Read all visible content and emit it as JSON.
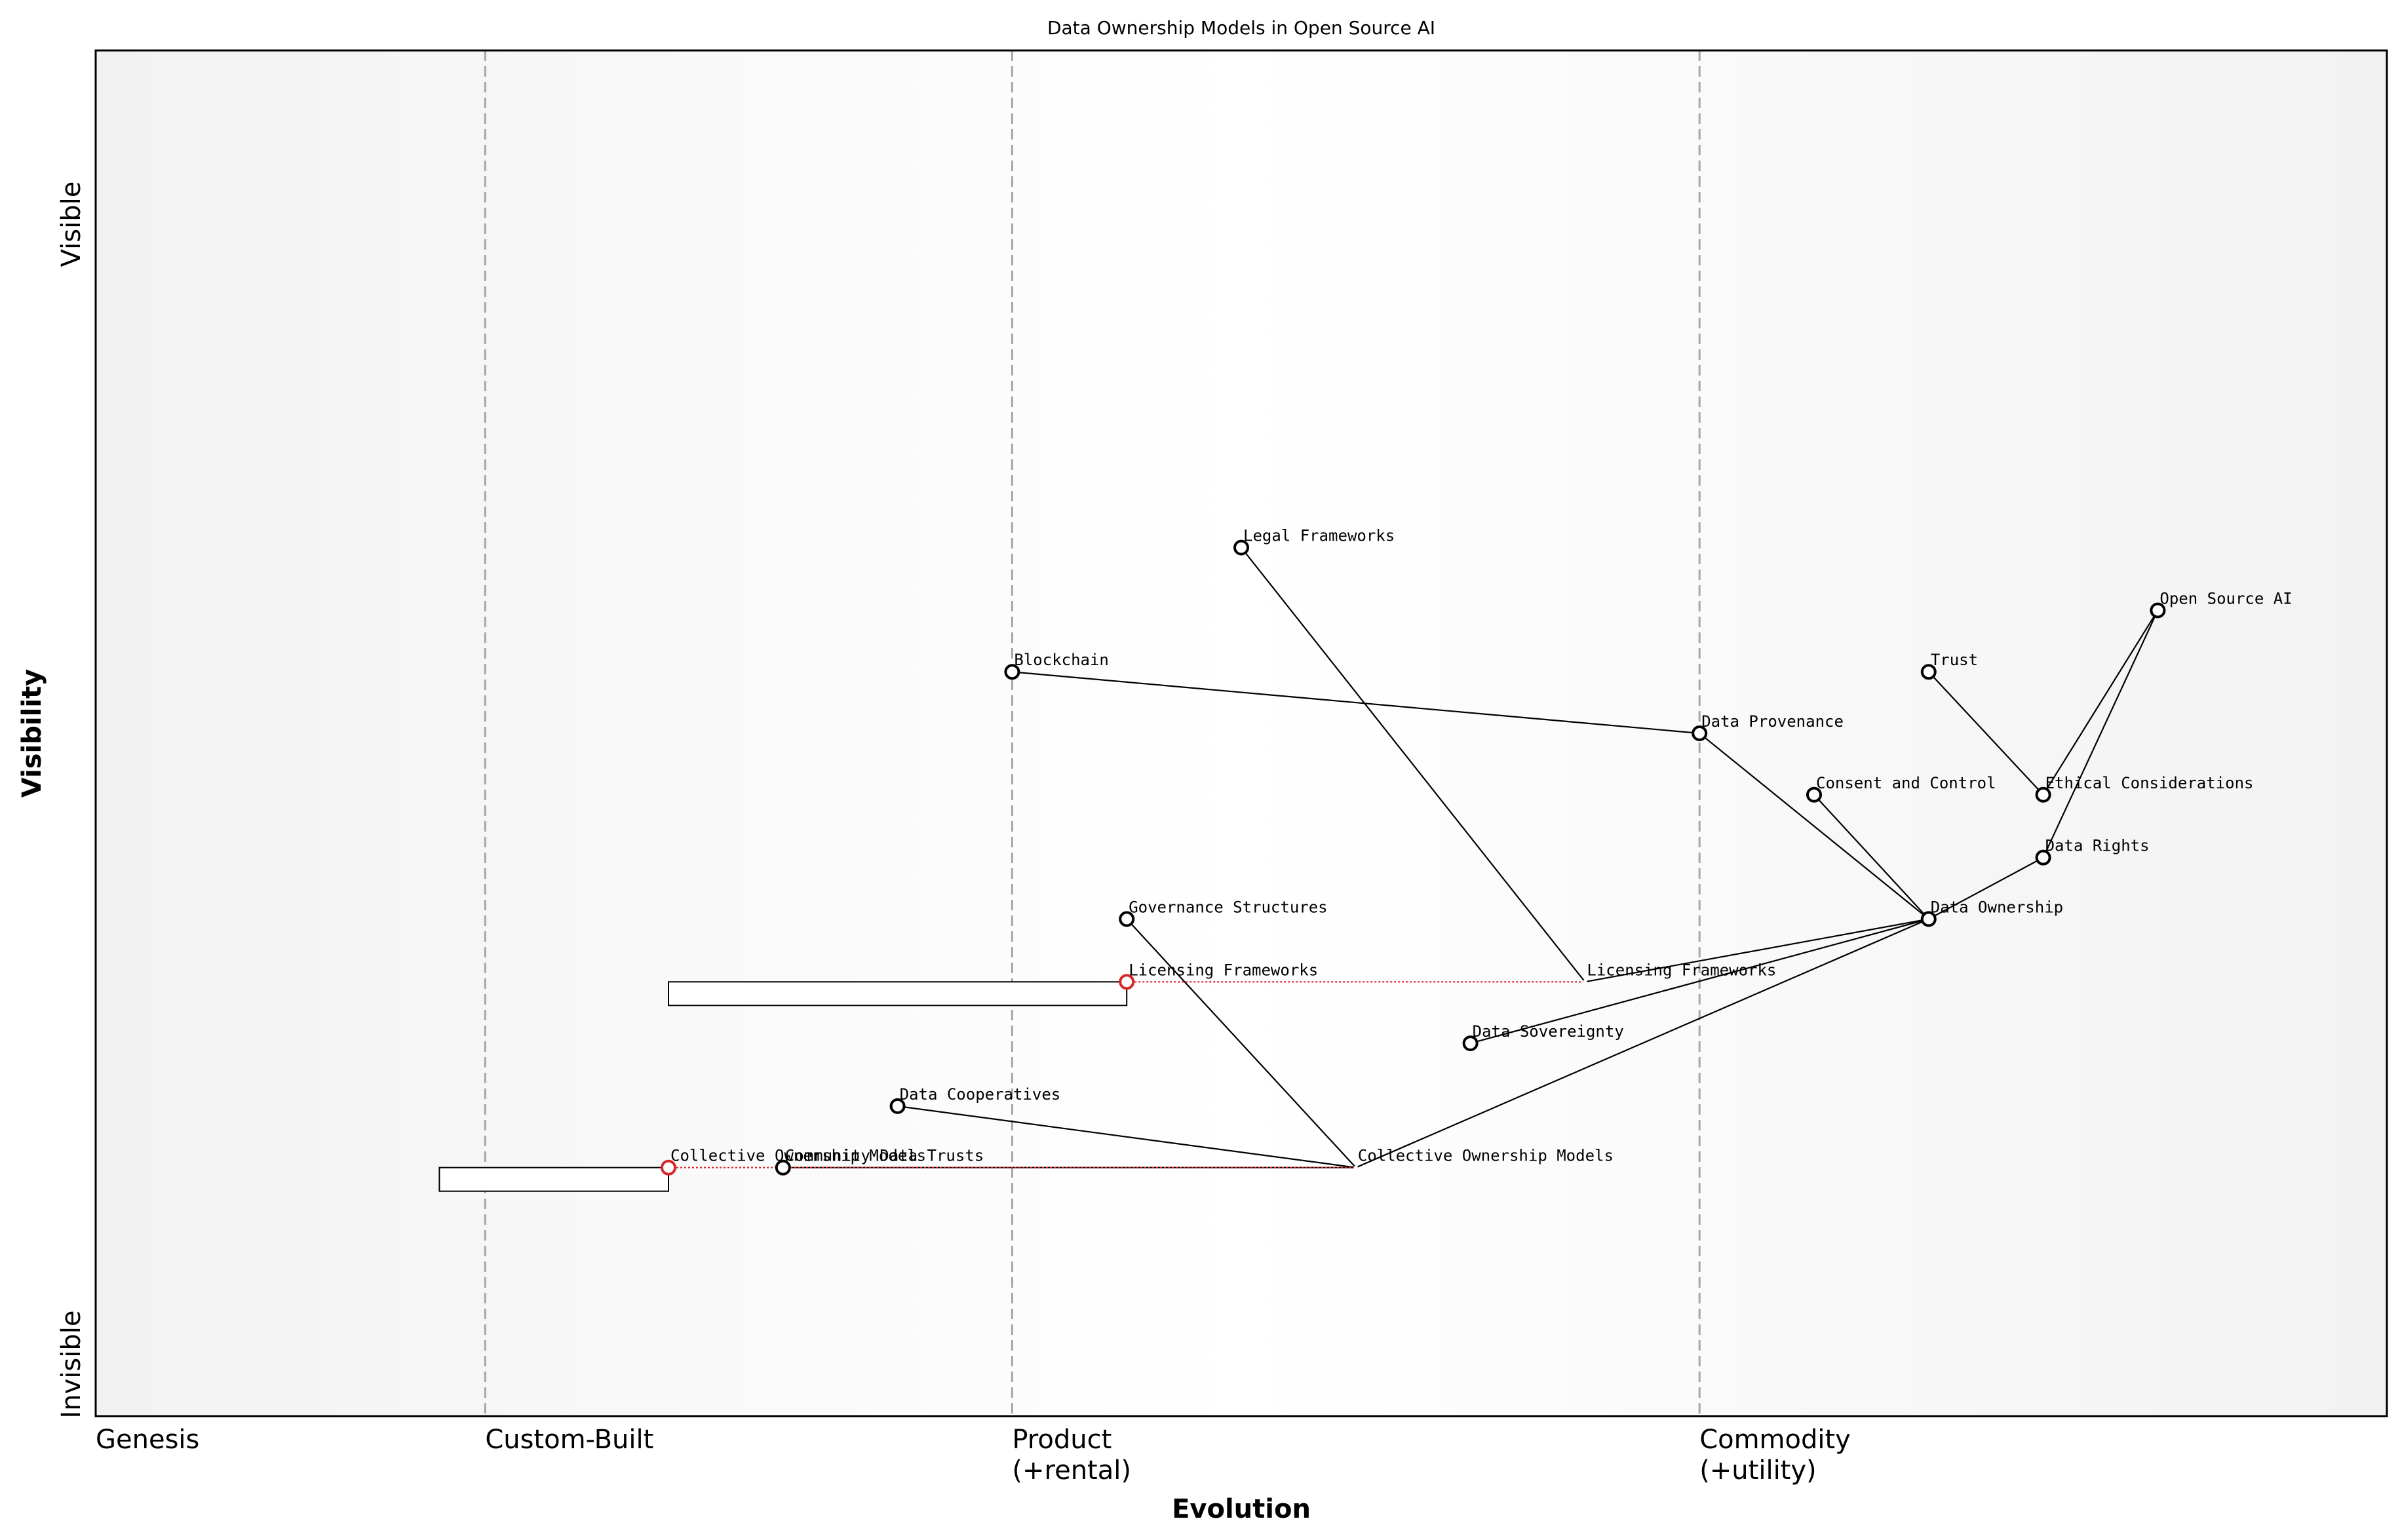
{
  "chart_data": {
    "type": "scatter",
    "title": "Data Ownership Models in Open Source AI",
    "xlabel": "Evolution",
    "ylabel": "Visibility",
    "xlim": [
      0,
      1
    ],
    "ylim": [
      0,
      1
    ],
    "grid": false,
    "stages": [
      {
        "label": "Genesis",
        "line": [
          "Genesis"
        ],
        "x": 0.0,
        "divider": false
      },
      {
        "label": "Custom-Built",
        "line": [
          "Custom-Built"
        ],
        "x": 0.17,
        "divider": true
      },
      {
        "label": "Product (+rental)",
        "line": [
          "Product",
          "(+rental)"
        ],
        "x": 0.4,
        "divider": true
      },
      {
        "label": "Commodity (+utility)",
        "line": [
          "Commodity",
          "(+utility)"
        ],
        "x": 0.7,
        "divider": true
      }
    ],
    "visibility_labels": {
      "top": "Visible",
      "bottom": "Invisible"
    },
    "colors": {
      "node": "#000000",
      "pipeline_node": "#d62728",
      "evolve_line": "#d62728",
      "link": "#000000"
    },
    "components": [
      {
        "name": "Open Source AI",
        "x": 0.9,
        "y": 0.59
      },
      {
        "name": "Trust",
        "x": 0.8,
        "y": 0.545
      },
      {
        "name": "Data Provenance",
        "x": 0.7,
        "y": 0.5
      },
      {
        "name": "Blockchain",
        "x": 0.4,
        "y": 0.545
      },
      {
        "name": "Legal Frameworks",
        "x": 0.5,
        "y": 0.636
      },
      {
        "name": "Consent and Control",
        "x": 0.75,
        "y": 0.455
      },
      {
        "name": "Ethical Considerations",
        "x": 0.85,
        "y": 0.455
      },
      {
        "name": "Data Rights",
        "x": 0.85,
        "y": 0.409
      },
      {
        "name": "Data Ownership",
        "x": 0.8,
        "y": 0.364
      },
      {
        "name": "Governance Structures",
        "x": 0.45,
        "y": 0.364
      },
      {
        "name": "Licensing Frameworks",
        "x": 0.65,
        "y": 0.318,
        "evolve_target": true
      },
      {
        "name": "Data Sovereignty",
        "x": 0.6,
        "y": 0.273
      },
      {
        "name": "Data Cooperatives",
        "x": 0.35,
        "y": 0.227
      },
      {
        "name": "Collective Ownership Models",
        "x": 0.55,
        "y": 0.182,
        "evolve_target": true
      },
      {
        "name": "Community Data Trusts",
        "x": 0.3,
        "y": 0.182
      }
    ],
    "pipelines": [
      {
        "name": "Licensing Frameworks",
        "x": 0.45,
        "y": 0.318,
        "x_start": 0.25,
        "x_end": 0.45
      },
      {
        "name": "Collective Ownership Models",
        "x": 0.25,
        "y": 0.182,
        "x_start": 0.15,
        "x_end": 0.25
      }
    ],
    "links": [
      [
        "Open Source AI",
        "Ethical Considerations"
      ],
      [
        "Open Source AI",
        "Data Rights"
      ],
      [
        "Trust",
        "Ethical Considerations"
      ],
      [
        "Blockchain",
        "Data Provenance"
      ],
      [
        "Data Provenance",
        "Data Ownership"
      ],
      [
        "Consent and Control",
        "Data Ownership"
      ],
      [
        "Data Rights",
        "Data Ownership"
      ],
      [
        "Data Ownership",
        "Licensing Frameworks"
      ],
      [
        "Data Ownership",
        "Data Sovereignty"
      ],
      [
        "Data Ownership",
        "Collective Ownership Models"
      ],
      [
        "Legal Frameworks",
        "Licensing Frameworks"
      ],
      [
        "Governance Structures",
        "Collective Ownership Models"
      ],
      [
        "Data Cooperatives",
        "Collective Ownership Models"
      ],
      [
        "Community Data Trusts",
        "Collective Ownership Models"
      ]
    ],
    "evolutions": [
      {
        "from": "Licensing Frameworks",
        "from_x": 0.45,
        "to_x": 0.65,
        "y": 0.318
      },
      {
        "from": "Collective Ownership Models",
        "from_x": 0.25,
        "to_x": 0.55,
        "y": 0.182
      }
    ]
  }
}
